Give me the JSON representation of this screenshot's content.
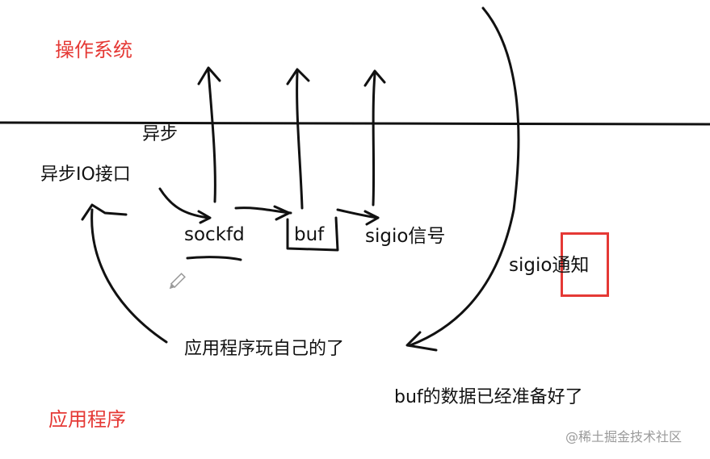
{
  "labels": {
    "os": "操作系统",
    "async": "异步",
    "async_io": "异步IO接口",
    "sockfd": "sockfd",
    "buf": "buf",
    "sigio_signal": "sigio信号",
    "sigio_notify": "sigio通知",
    "app_self": "应用程序玩自己的了",
    "buf_ready": "buf的数据已经准备好了",
    "app": "应用程序",
    "watermark": "@稀土掘金技术社区"
  },
  "colors": {
    "ink": "#111111",
    "accent": "#e53935",
    "watermark": "#9a9a9a"
  },
  "icons": {
    "pencil": "pencil-icon"
  }
}
